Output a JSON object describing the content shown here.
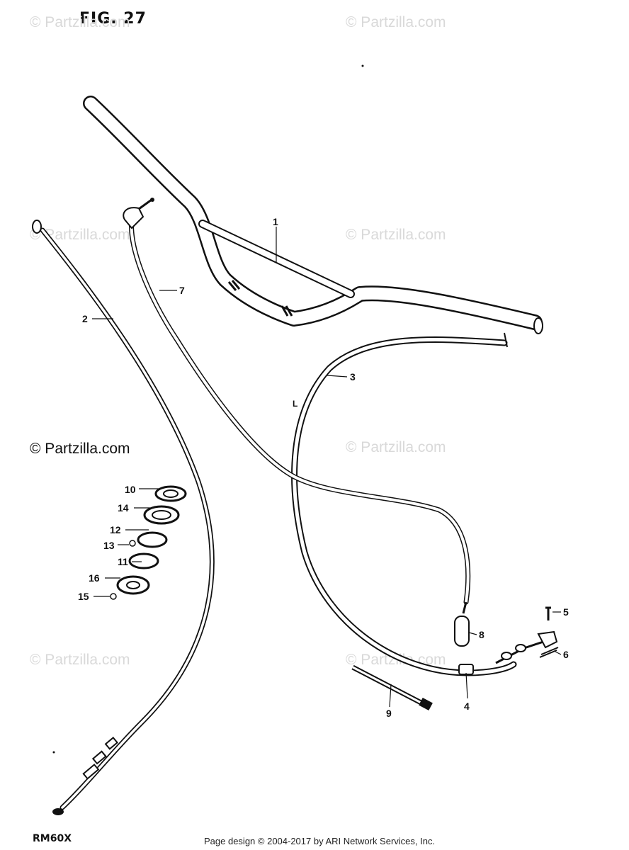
{
  "figure": {
    "title": "FIG. 27",
    "model": "RM60X"
  },
  "brand": {
    "text": "© Partzilla.com"
  },
  "watermark": {
    "text": "© Partzilla.com"
  },
  "footer": {
    "text": "Page design © 2004-2017 by ARI Network Services, Inc."
  },
  "callouts": {
    "c1": "1",
    "c2": "2",
    "c3": "3",
    "c4": "4",
    "c5": "5",
    "c6": "6",
    "c7": "7",
    "c8": "8",
    "c9": "9",
    "c10": "10",
    "c11": "11",
    "c12": "12",
    "c13": "13",
    "c14": "14",
    "c15": "15",
    "c16": "16"
  },
  "cable_mark": "L"
}
